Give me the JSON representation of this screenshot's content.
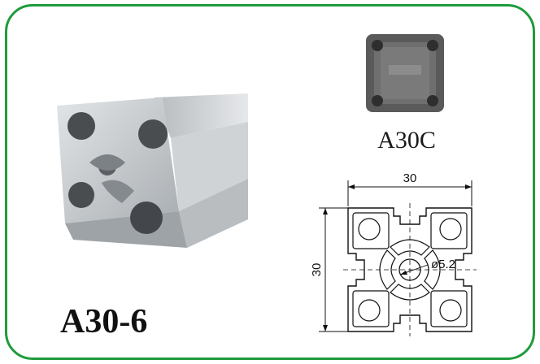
{
  "product": {
    "model": "A30-6",
    "cap_model": "A30C"
  },
  "drawing": {
    "width_dim": "30",
    "height_dim": "30",
    "hole_dim": "ø5.2"
  },
  "colors": {
    "frame": "#1f9b3c",
    "aluminium": "#c9cdd0",
    "cap": "#5a5a5a"
  },
  "icons": {
    "profile_photo": "aluminium-profile-photo",
    "cap_photo": "end-cap-photo"
  }
}
